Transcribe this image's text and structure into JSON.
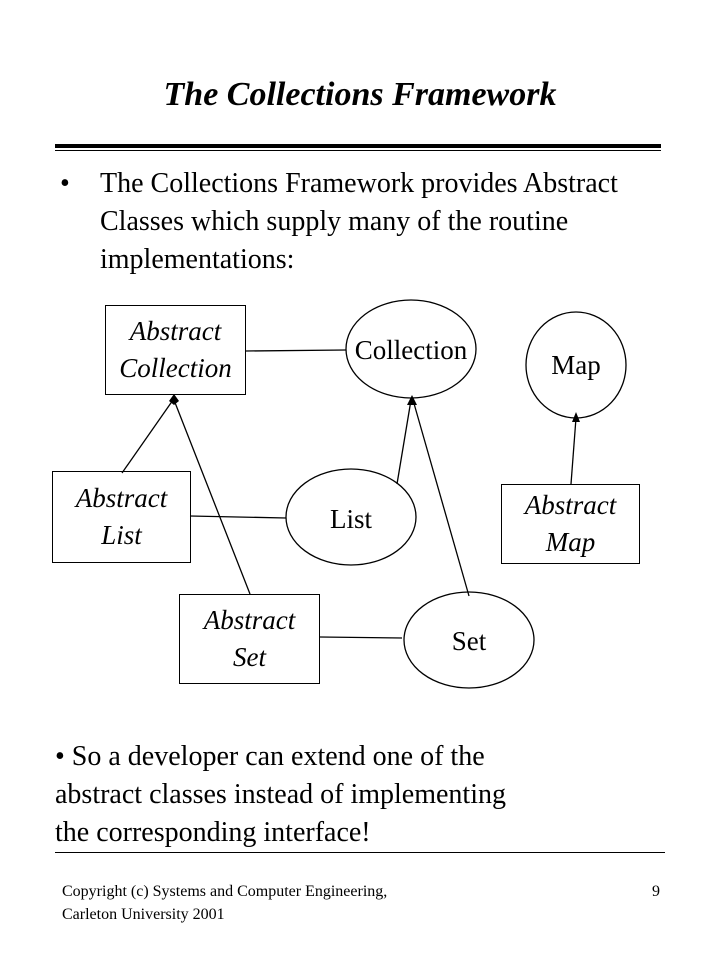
{
  "title": "The Collections Framework",
  "bullet1": {
    "marker": "•",
    "text": "The Collections Framework provides Abstract Classes which supply many of the routine implementations:"
  },
  "diagram": {
    "abstract_classes": {
      "abstract_collection": [
        "Abstract",
        "Collection"
      ],
      "abstract_list": [
        "Abstract",
        "List"
      ],
      "abstract_set": [
        "Abstract",
        "Set"
      ],
      "abstract_map": [
        "Abstract",
        "Map"
      ]
    },
    "interfaces": {
      "collection": "Collection",
      "map": "Map",
      "list": "List",
      "set": "Set"
    }
  },
  "bullet2": {
    "line1": "• So a developer can extend one of the",
    "line2": "abstract classes instead of implementing",
    "line3": "the corresponding interface!"
  },
  "footer": {
    "copyright_line1": "Copyright (c) Systems and Computer Engineering,",
    "copyright_line2": "Carleton University 2001",
    "page_number": "9"
  }
}
